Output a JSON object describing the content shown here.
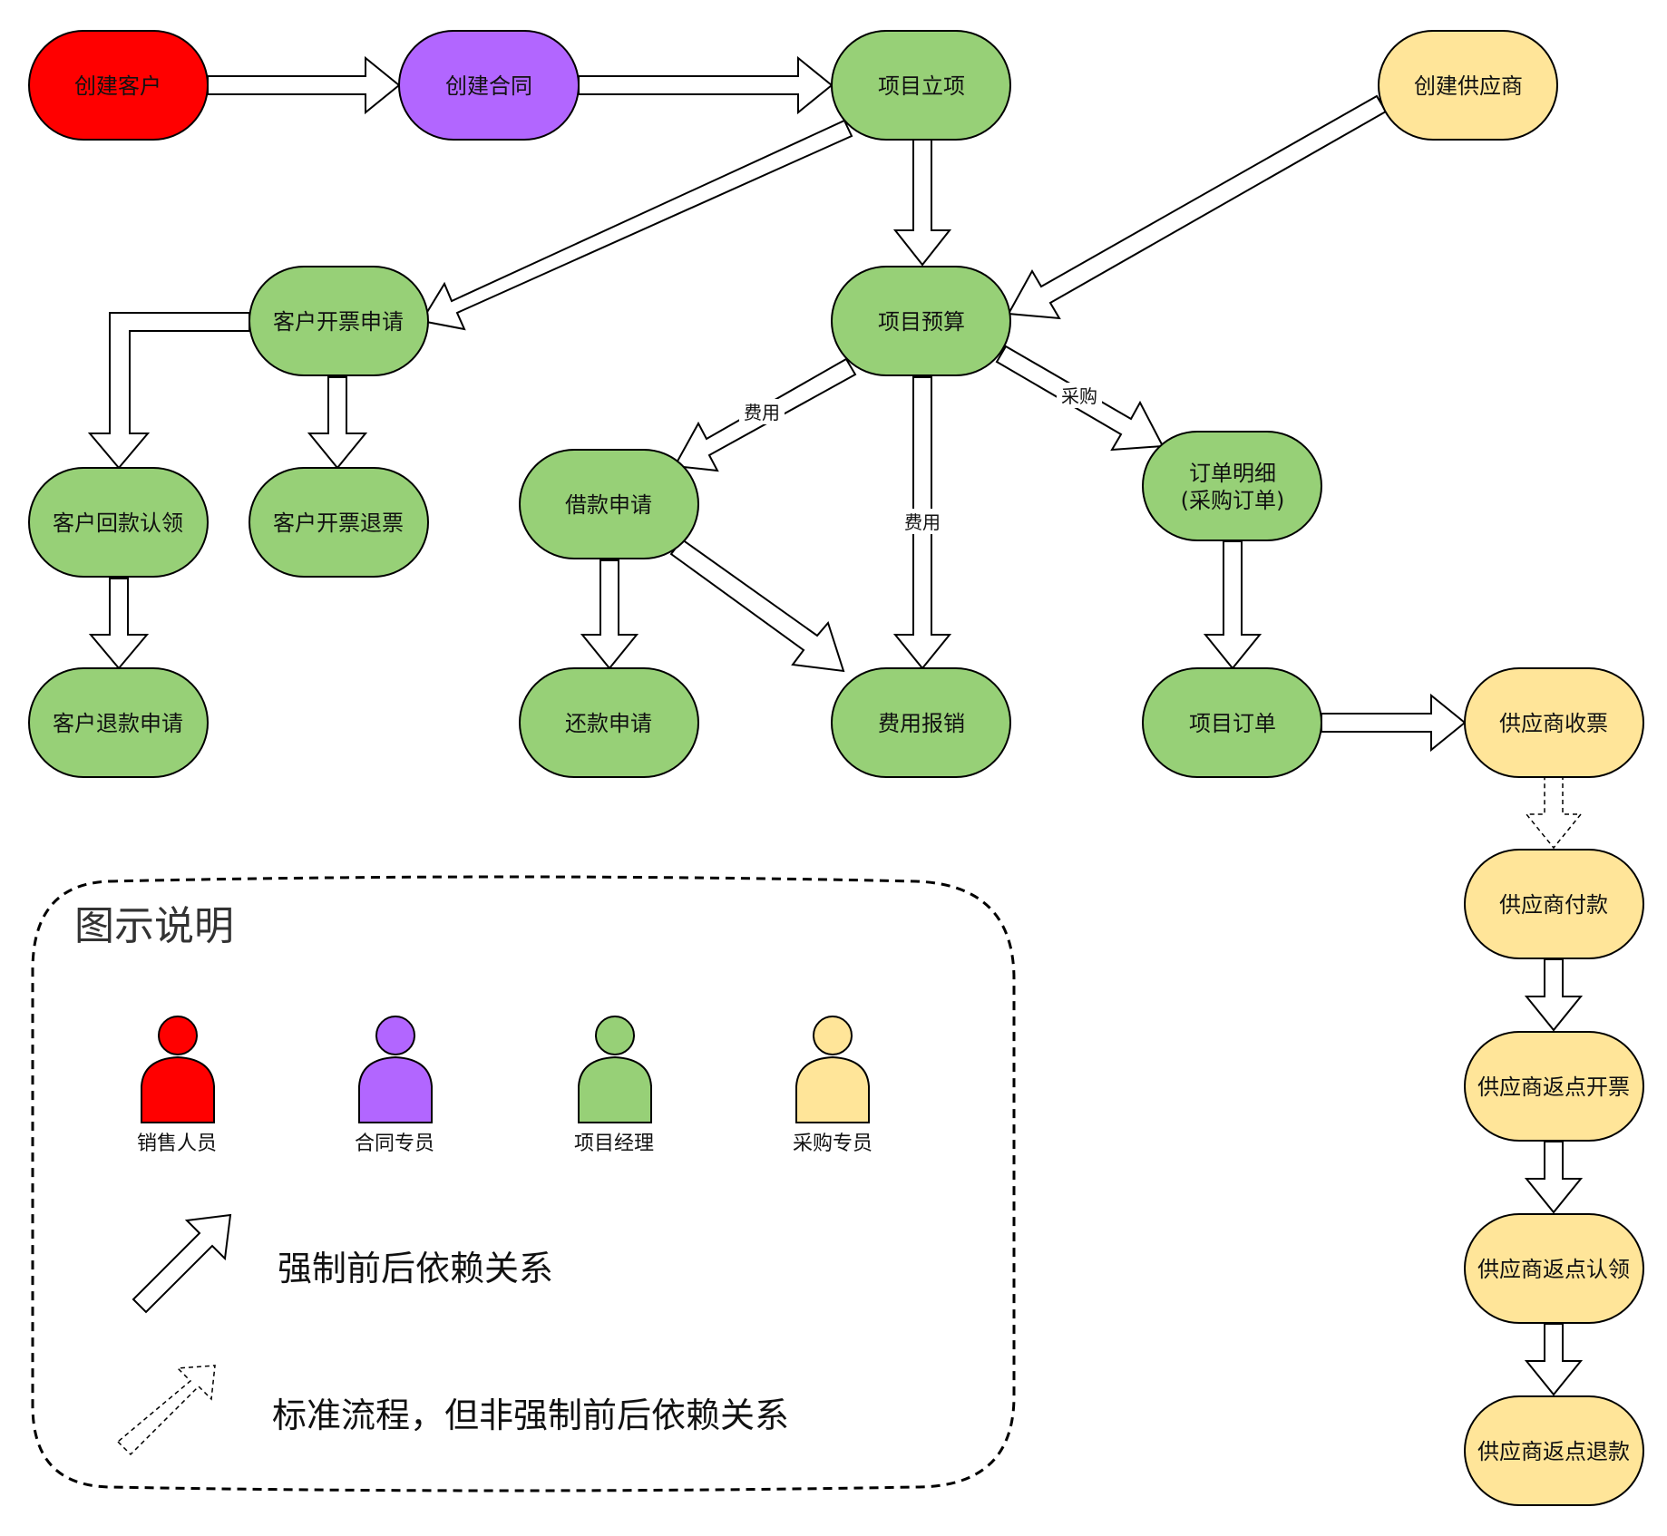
{
  "colors": {
    "sales": "#ff0000",
    "contract": "#b266ff",
    "pm": "#97d077",
    "purchasing": "#ffe599",
    "stroke": "#000000",
    "arrow_fill": "#ffffff"
  },
  "nodes": {
    "create_customer": {
      "label": "创建客户",
      "role": "sales"
    },
    "create_contract": {
      "label": "创建合同",
      "role": "contract"
    },
    "project_setup": {
      "label": "项目立项",
      "role": "pm"
    },
    "create_supplier": {
      "label": "创建供应商",
      "role": "purchasing"
    },
    "customer_invoice_request": {
      "label": "客户开票申请",
      "role": "pm"
    },
    "project_budget": {
      "label": "项目预算",
      "role": "pm"
    },
    "customer_payment_claim": {
      "label": "客户回款认领",
      "role": "pm"
    },
    "customer_invoice_refund": {
      "label": "客户开票退票",
      "role": "pm"
    },
    "loan_request": {
      "label": "借款申请",
      "role": "pm"
    },
    "order_detail": {
      "label_line1": "订单明细",
      "label_line2": "(采购订单)",
      "role": "pm"
    },
    "customer_refund_request": {
      "label": "客户退款申请",
      "role": "pm"
    },
    "repayment_request": {
      "label": "还款申请",
      "role": "pm"
    },
    "expense_reimbursement": {
      "label": "费用报销",
      "role": "pm"
    },
    "project_order": {
      "label": "项目订单",
      "role": "pm"
    },
    "supplier_invoice_receipt": {
      "label": "供应商收票",
      "role": "purchasing"
    },
    "supplier_payment": {
      "label": "供应商付款",
      "role": "purchasing"
    },
    "supplier_rebate_invoice": {
      "label": "供应商返点开票",
      "role": "purchasing"
    },
    "supplier_rebate_claim": {
      "label": "供应商返点认领",
      "role": "purchasing"
    },
    "supplier_rebate_refund": {
      "label": "供应商返点退款",
      "role": "purchasing"
    }
  },
  "edges": [
    {
      "from": "create_customer",
      "to": "create_contract",
      "style": "solid"
    },
    {
      "from": "create_contract",
      "to": "project_setup",
      "style": "solid"
    },
    {
      "from": "project_setup",
      "to": "customer_invoice_request",
      "style": "solid"
    },
    {
      "from": "project_setup",
      "to": "project_budget",
      "style": "solid"
    },
    {
      "from": "create_supplier",
      "to": "project_budget",
      "style": "solid"
    },
    {
      "from": "customer_invoice_request",
      "to": "customer_payment_claim",
      "style": "solid"
    },
    {
      "from": "customer_invoice_request",
      "to": "customer_invoice_refund",
      "style": "solid"
    },
    {
      "from": "customer_payment_claim",
      "to": "customer_refund_request",
      "style": "solid"
    },
    {
      "from": "project_budget",
      "to": "loan_request",
      "style": "solid",
      "label": "费用"
    },
    {
      "from": "project_budget",
      "to": "expense_reimbursement",
      "style": "solid",
      "label": "费用"
    },
    {
      "from": "project_budget",
      "to": "order_detail",
      "style": "solid",
      "label": "采购"
    },
    {
      "from": "loan_request",
      "to": "repayment_request",
      "style": "solid"
    },
    {
      "from": "loan_request",
      "to": "expense_reimbursement",
      "style": "solid"
    },
    {
      "from": "order_detail",
      "to": "project_order",
      "style": "solid"
    },
    {
      "from": "project_order",
      "to": "supplier_invoice_receipt",
      "style": "solid"
    },
    {
      "from": "supplier_invoice_receipt",
      "to": "supplier_payment",
      "style": "dashed"
    },
    {
      "from": "supplier_payment",
      "to": "supplier_rebate_invoice",
      "style": "solid"
    },
    {
      "from": "supplier_rebate_invoice",
      "to": "supplier_rebate_claim",
      "style": "solid"
    },
    {
      "from": "supplier_rebate_claim",
      "to": "supplier_rebate_refund",
      "style": "solid"
    }
  ],
  "edge_labels": {
    "expense_1": "费用",
    "expense_2": "费用",
    "purchase": "采购"
  },
  "legend": {
    "title": "图示说明",
    "roles": [
      {
        "key": "sales",
        "label": "销售人员"
      },
      {
        "key": "contract",
        "label": "合同专员"
      },
      {
        "key": "pm",
        "label": "项目经理"
      },
      {
        "key": "purchasing",
        "label": "采购专员"
      }
    ],
    "solid_desc": "强制前后依赖关系",
    "dashed_desc": "标准流程，但非强制前后依赖关系"
  }
}
